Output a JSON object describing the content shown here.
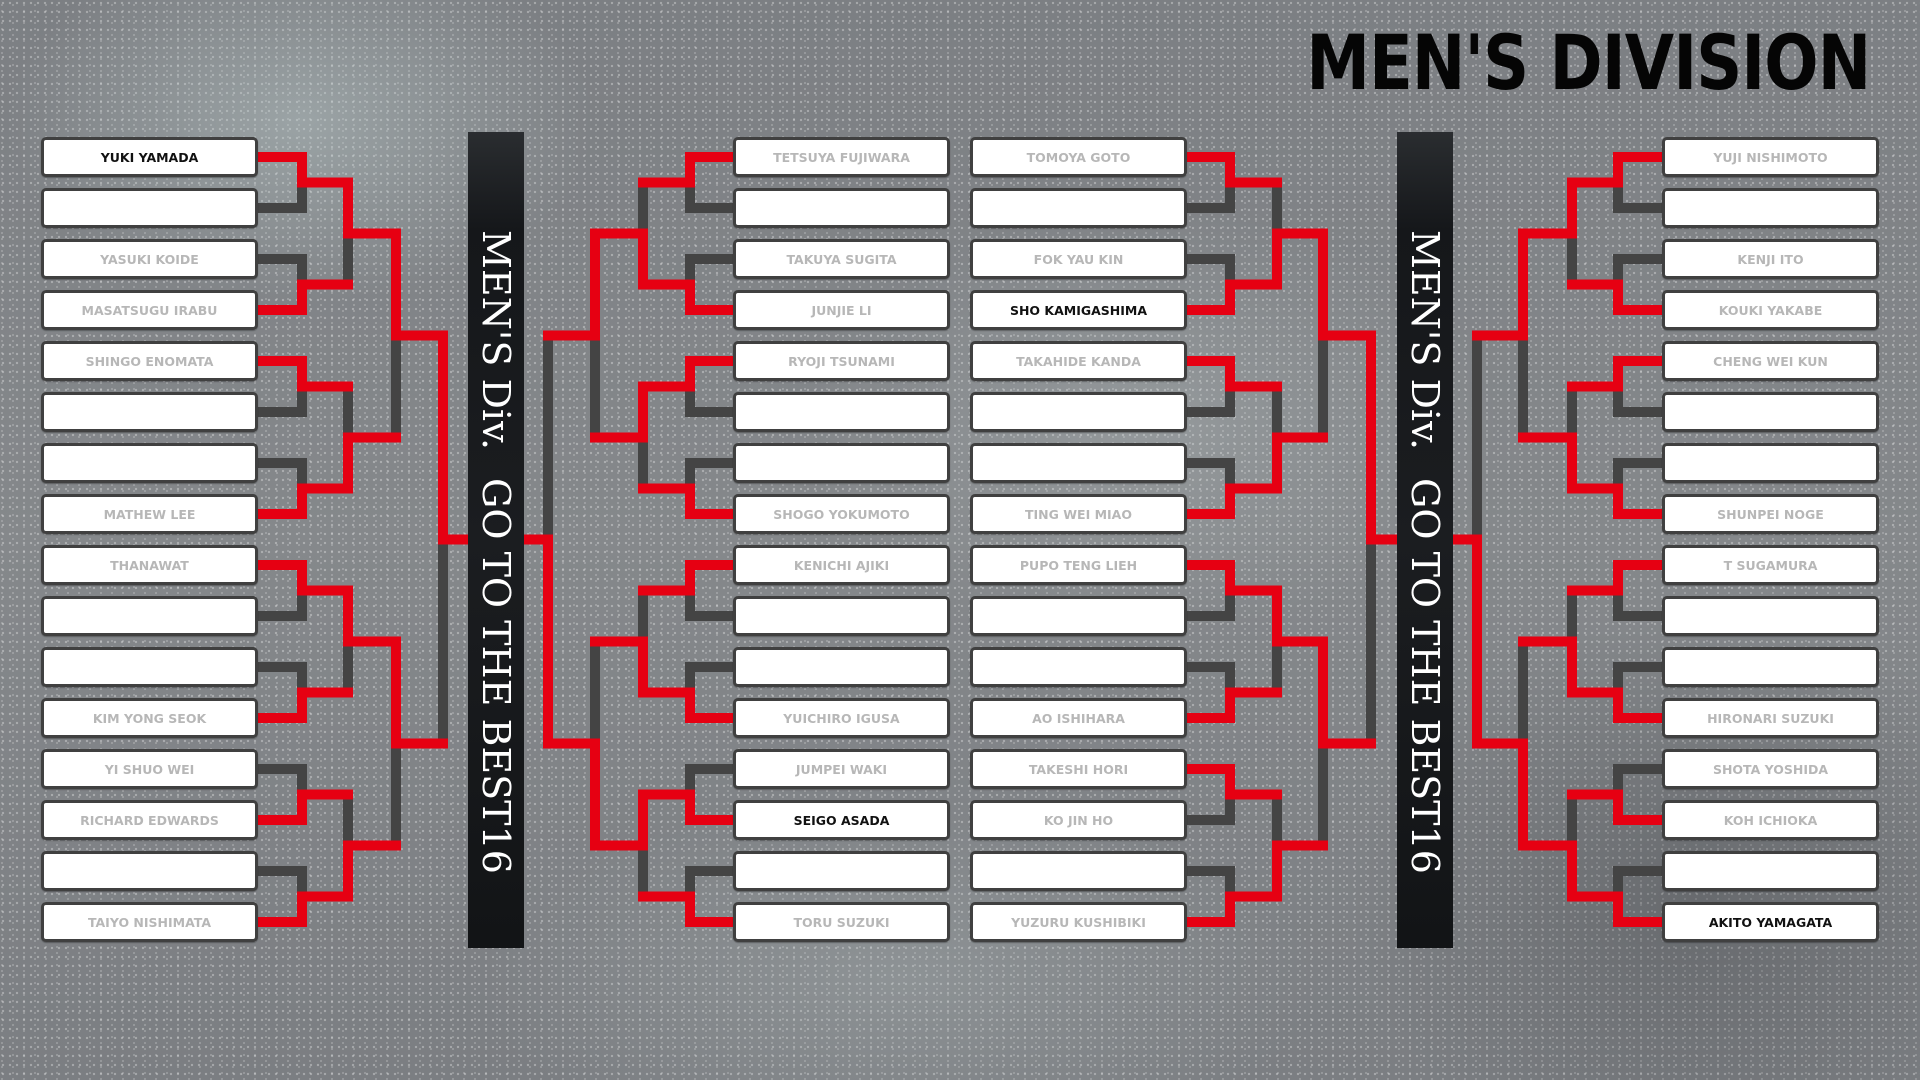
{
  "title": "MEN'S DIVISION",
  "bar_text": {
    "line1": "MEN'S Div.",
    "line2": "GO TO THE BEST16"
  },
  "colors": {
    "win_line": "#e60012",
    "line": "#444444",
    "winner_text": "#111111",
    "name_text": "#b7b7b7"
  },
  "blocks": [
    {
      "id": "left",
      "entries": [
        "YUKI YAMADA",
        "",
        "YASUKI KOIDE",
        "MASATSUGU IRABU",
        "SHINGO ENOMATA",
        "",
        "",
        "MATHEW LEE",
        "THANAWAT",
        "",
        "",
        "KIM YONG SEOK",
        "YI SHUO WEI",
        "RICHARD EDWARDS",
        "",
        "TAIYO NISHIMATA"
      ],
      "results": [
        [
          0,
          1,
          0,
          1,
          0,
          1,
          1,
          1
        ],
        [
          0,
          1,
          0,
          1
        ],
        [
          0,
          0
        ],
        [
          0
        ]
      ]
    },
    {
      "id": "center-left",
      "entries": [
        "TETSUYA FUJIWARA",
        "",
        "TAKUYA SUGITA",
        "JUNJIE LI",
        "RYOJI TSUNAMI",
        "",
        "",
        "SHOGO YOKUMOTO",
        "KENICHI AJIKI",
        "",
        "",
        "YUICHIRO IGUSA",
        "JUMPEI WAKI",
        "SEIGO ASADA",
        "",
        "TORU SUZUKI"
      ],
      "results": [
        [
          0,
          1,
          0,
          1,
          0,
          1,
          1,
          1
        ],
        [
          1,
          0,
          1,
          0
        ],
        [
          0,
          1
        ],
        [
          1
        ]
      ]
    },
    {
      "id": "center-right",
      "entries": [
        "TOMOYA GOTO",
        "",
        "FOK YAU KIN",
        "SHO KAMIGASHIMA",
        "TAKAHIDE KANDA",
        "",
        "",
        "TING WEI MIAO",
        "PUPO TENG LIEH",
        "",
        "",
        "AO ISHIHARA",
        "TAKESHI HORI",
        "KO JIN HO",
        "",
        "YUZURU KUSHIBIKI"
      ],
      "results": [
        [
          0,
          1,
          0,
          1,
          0,
          1,
          0,
          1
        ],
        [
          1,
          1,
          0,
          1
        ],
        [
          0,
          0
        ],
        [
          0
        ]
      ]
    },
    {
      "id": "right",
      "entries": [
        "YUJI NISHIMOTO",
        "",
        "KENJI ITO",
        "KOUKI YAKABE",
        "CHENG WEI KUN",
        "",
        "",
        "SHUNPEI NOGE",
        "T SUGAMURA",
        "",
        "",
        "HIRONARI SUZUKI",
        "SHOTA YOSHIDA",
        "KOH ICHIOKA",
        "",
        "AKITO YAMAGATA"
      ],
      "results": [
        [
          0,
          1,
          0,
          1,
          0,
          1,
          1,
          1
        ],
        [
          0,
          1,
          1,
          1
        ],
        [
          0,
          1
        ],
        [
          1
        ]
      ]
    }
  ]
}
